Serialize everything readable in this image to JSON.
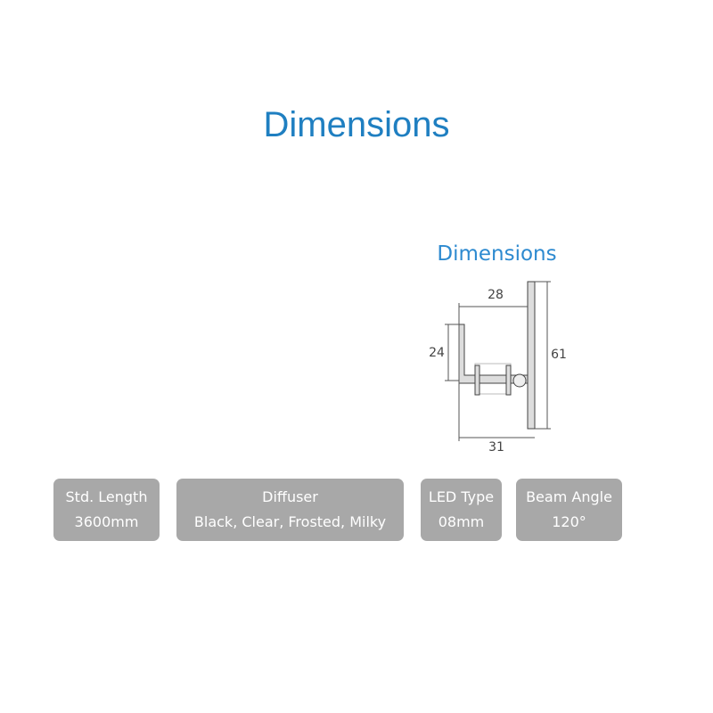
{
  "title": "Dimensions",
  "diagram": {
    "title": "Dimensions",
    "dim_top": "28",
    "dim_left": "24",
    "dim_right": "61",
    "dim_bottom": "31"
  },
  "specs": [
    {
      "label": "Std. Length",
      "value": "3600mm"
    },
    {
      "label": "Diffuser",
      "value": "Black, Clear, Frosted, Milky"
    },
    {
      "label": "LED Type",
      "value": "08mm"
    },
    {
      "label": "Beam Angle",
      "value": "120°"
    }
  ],
  "colors": {
    "title": "#1f7fc1",
    "box": "#a8a8a8"
  }
}
